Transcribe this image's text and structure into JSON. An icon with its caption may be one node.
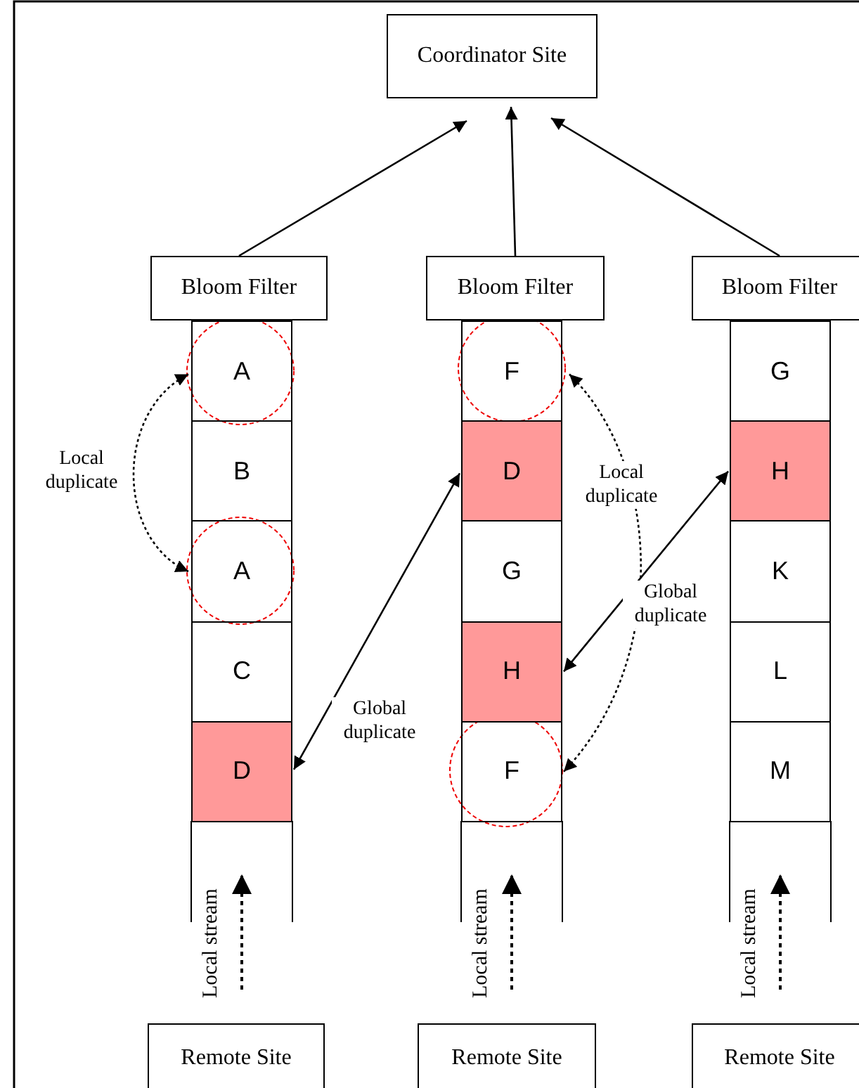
{
  "diagram": {
    "nodes": [
      {
        "text": [
          "Coordinator Site"
        ]
      },
      {
        "text": [
          "Bloom Filter"
        ]
      },
      {
        "text": [
          "Bloom Filter"
        ]
      },
      {
        "text": [
          "Bloom Filter"
        ]
      },
      {
        "text": [
          "A"
        ]
      },
      {
        "text": [
          "B"
        ]
      },
      {
        "text": [
          "A"
        ]
      },
      {
        "text": [
          "C"
        ]
      },
      {
        "text": [
          "D"
        ]
      },
      {
        "text": [
          "F"
        ]
      },
      {
        "text": [
          "D"
        ]
      },
      {
        "text": [
          "G"
        ]
      },
      {
        "text": [
          "H"
        ]
      },
      {
        "text": [
          "F"
        ]
      },
      {
        "text": [
          "G"
        ]
      },
      {
        "text": [
          "H"
        ]
      },
      {
        "text": [
          "K"
        ]
      },
      {
        "text": [
          "L"
        ]
      },
      {
        "text": [
          "M"
        ]
      },
      {
        "text": [
          "Remote Site"
        ]
      },
      {
        "text": [
          "Remote Site"
        ]
      },
      {
        "text": [
          "Remote Site"
        ]
      }
    ],
    "edges": [
      {
        "from": 1,
        "to": 0,
        "arrow": "to"
      },
      {
        "from": 2,
        "to": 0,
        "arrow": "to"
      },
      {
        "from": 3,
        "to": 0,
        "arrow": "to"
      },
      {
        "from": 4,
        "to": 6,
        "arrow": "both",
        "style": "dashed",
        "label": "Local duplicate"
      },
      {
        "from": 8,
        "to": 10,
        "arrow": "both",
        "label": "Global duplicate"
      },
      {
        "from": 9,
        "to": 13,
        "arrow": "both",
        "style": "dashed",
        "label": "Local duplicate"
      },
      {
        "from": 15,
        "to": 12,
        "arrow": "both",
        "label": "Global duplicate"
      }
    ],
    "labels": [
      "Local stream",
      "Local stream",
      "Local stream"
    ]
  }
}
